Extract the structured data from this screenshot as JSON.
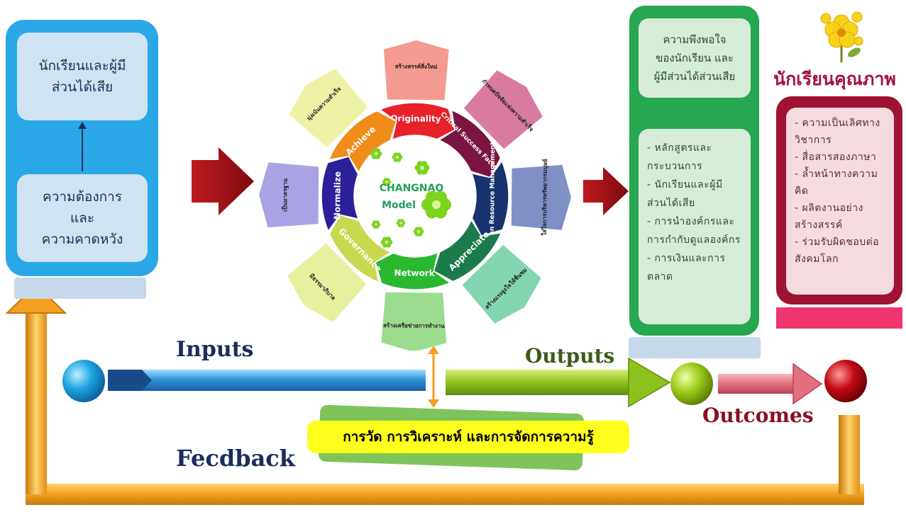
{
  "inputs_panel": {
    "top_box": "นักเรียนและผู้มีส่วนได้เสีย",
    "bottom_box": [
      "ความต้องการ",
      "และ",
      "ความคาดหวัง"
    ]
  },
  "cycle": {
    "center_title": "CHANGNAO",
    "center_subtitle": "Model",
    "segments": [
      {
        "word": "Originality",
        "outer": "สร้างสรรค์สิ่งใหม่",
        "color": "#e8202a",
        "outer_color": "#f59a8f"
      },
      {
        "word": "Critical Success Factor",
        "outer": "กำหนดปัจจัยแห่งความสำเร็จ",
        "color": "#7b1440",
        "outer_color": "#d97aa0"
      },
      {
        "word": "Human Resource Management",
        "outer": "ใส่ใจการบริหารทรัพยากรมนุษย์",
        "color": "#17336e",
        "outer_color": "#7f90c6"
      },
      {
        "word": "Appreciate",
        "outer": "สร้างแรงจูงใจให้ชื่นชม",
        "color": "#1a7a4b",
        "outer_color": "#84d6b2"
      },
      {
        "word": "Network",
        "outer": "สร้างเครือข่ายการทำงาน",
        "color": "#29b82f",
        "outer_color": "#9cdc8e"
      },
      {
        "word": "Governance",
        "outer": "มีธรรมาภิบาล",
        "color": "#c9d84e",
        "outer_color": "#e8ef9f"
      },
      {
        "word": "Normalize",
        "outer": "เป็นมาตรฐาน",
        "color": "#2c1f9a",
        "outer_color": "#a9a2e4"
      },
      {
        "word": "Achieve",
        "outer": "มุ่งเน้นความสำเร็จ",
        "color": "#f08c1a",
        "outer_color": "#eef2a6"
      }
    ]
  },
  "outputs_panel": {
    "top_box": [
      "ความพึงพอใจ",
      "ของนักเรียน และ",
      "ผู้มีส่วนได้ส่วนเสีย"
    ],
    "list": [
      "- หลักสูตรและกระบวนการ",
      "- นักเรียนและผู้มีส่วนได้เสีย",
      "- การนำองค์กรและการกำกับดูแลองค์กร",
      "- การเงินและการตลาด"
    ]
  },
  "quality_panel": {
    "title": "นักเรียนคุณภาพ",
    "list": [
      "- ความเป็นเลิศทางวิชาการ",
      "- สื่อสารสองภาษา",
      "- ล้ำหน้าทางความคิด",
      "- ผลิตงานอย่างสร้างสรรค์",
      "- ร่วมรับผิดชอบต่อสังคมโลก"
    ]
  },
  "flow": {
    "inputs_label": "Inputs",
    "outputs_label": "Outputs",
    "outcomes_label": "Outcomes",
    "feedback_label": "Fecdback",
    "measurement_label": "การวัด การวิเคราะห์ และการจัดการความรู้"
  },
  "colors": {
    "blue_panel": "#2aa7e6",
    "green_panel": "#27a74f",
    "red_panel": "#9e1233",
    "feedback_arrow": "#f3a020",
    "label_navy": "#1b2c5c"
  }
}
